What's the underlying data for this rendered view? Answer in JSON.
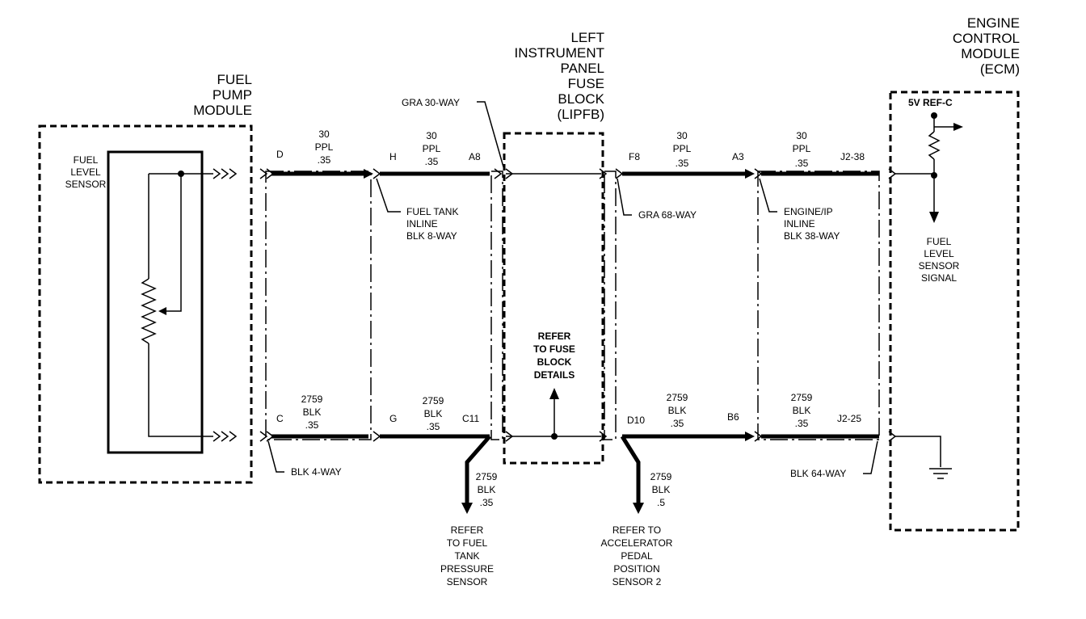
{
  "titles": {
    "fuel_pump_module": [
      "FUEL",
      "PUMP",
      "MODULE"
    ],
    "lipfb": [
      "LEFT",
      "INSTRUMENT",
      "PANEL",
      "FUSE",
      "BLOCK",
      "(LIPFB)"
    ],
    "ecm": [
      "ENGINE",
      "CONTROL",
      "MODULE",
      "(ECM)"
    ]
  },
  "fuel_level_sensor": [
    "FUEL",
    "LEVEL",
    "SENSOR"
  ],
  "connectors": {
    "gra30": "GRA 30-WAY",
    "fuel_tank_inline": [
      "FUEL TANK",
      "INLINE",
      "BLK 8-WAY"
    ],
    "gra68": "GRA 68-WAY",
    "engine_ip_inline": [
      "ENGINE/IP",
      "INLINE",
      "BLK 38-WAY"
    ],
    "blk4": "BLK 4-WAY",
    "blk64": "BLK 64-WAY"
  },
  "pins": {
    "D": "D",
    "H": "H",
    "A8": "A8",
    "F8": "F8",
    "A3": "A3",
    "J2_38": "J2-38",
    "C": "C",
    "G": "G",
    "C11": "C11",
    "D10": "D10",
    "B6": "B6",
    "J2_25": "J2-25"
  },
  "wire_labels": {
    "top1": [
      "30",
      "PPL",
      ".35"
    ],
    "top2": [
      "30",
      "PPL",
      ".35"
    ],
    "top3": [
      "30",
      "PPL",
      ".35"
    ],
    "top4": [
      "30",
      "PPL",
      ".35"
    ],
    "bot1": [
      "2759",
      "BLK",
      ".35"
    ],
    "bot2": [
      "2759",
      "BLK",
      ".35"
    ],
    "bot3": [
      "2759",
      "BLK",
      ".35"
    ],
    "bot4": [
      "2759",
      "BLK",
      ".35"
    ],
    "down_left": [
      "2759",
      "BLK",
      ".35"
    ],
    "down_right": [
      "2759",
      "BLK",
      ".5"
    ]
  },
  "refers": {
    "fuse_block": [
      "REFER",
      "TO FUSE",
      "BLOCK",
      "DETAILS"
    ],
    "fuel_tank_pressure": [
      "REFER",
      "TO FUEL",
      "TANK",
      "PRESSURE",
      "SENSOR"
    ],
    "app_sensor": [
      "REFER TO",
      "ACCELERATOR",
      "PEDAL",
      "POSITION",
      "SENSOR 2"
    ]
  },
  "ecm_labels": {
    "ref": "5V REF-C",
    "signal": [
      "FUEL",
      "LEVEL",
      "SENSOR",
      "SIGNAL"
    ]
  },
  "colors": {
    "ink": "#000000",
    "background": "#ffffff"
  }
}
